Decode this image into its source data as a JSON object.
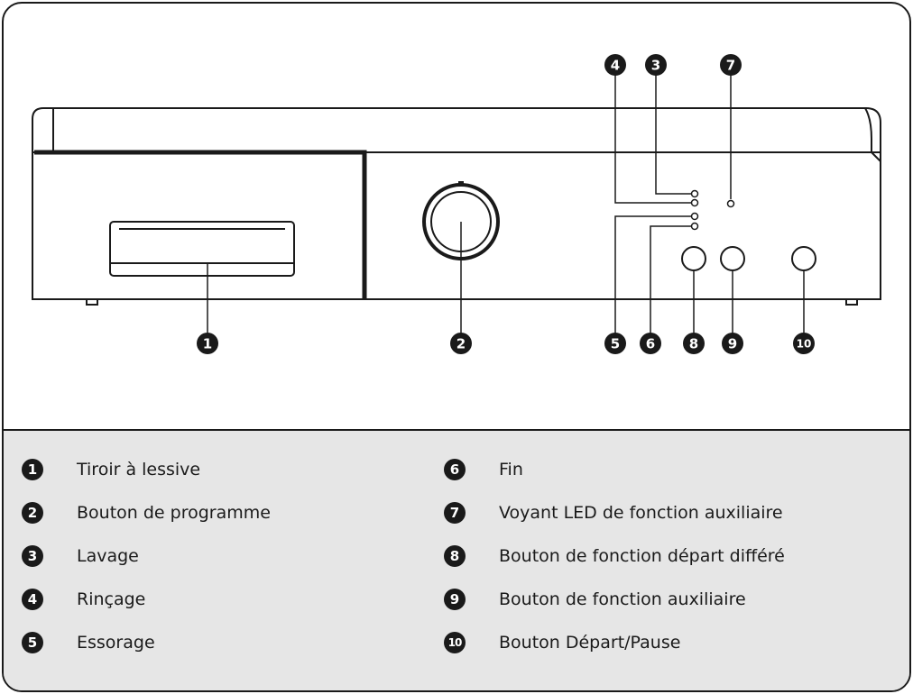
{
  "callouts": [
    "1",
    "2",
    "3",
    "4",
    "5",
    "6",
    "7",
    "8",
    "9",
    "10"
  ],
  "legend": {
    "left": [
      {
        "num": "1",
        "label": "Tiroir à lessive"
      },
      {
        "num": "2",
        "label": "Bouton de programme"
      },
      {
        "num": "3",
        "label": "Lavage"
      },
      {
        "num": "4",
        "label": "Rinçage"
      },
      {
        "num": "5",
        "label": "Essorage"
      }
    ],
    "right": [
      {
        "num": "6",
        "label": "Fin"
      },
      {
        "num": "7",
        "label": "Voyant LED de fonction auxiliaire"
      },
      {
        "num": "8",
        "label": "Bouton de fonction départ différé"
      },
      {
        "num": "9",
        "label": "Bouton de fonction auxiliaire"
      },
      {
        "num": "10",
        "label": "Bouton Départ/Pause"
      }
    ]
  },
  "colors": {
    "ink": "#1a1a1a",
    "legend_bg": "#e6e6e6",
    "panel_bg": "#ffffff"
  }
}
